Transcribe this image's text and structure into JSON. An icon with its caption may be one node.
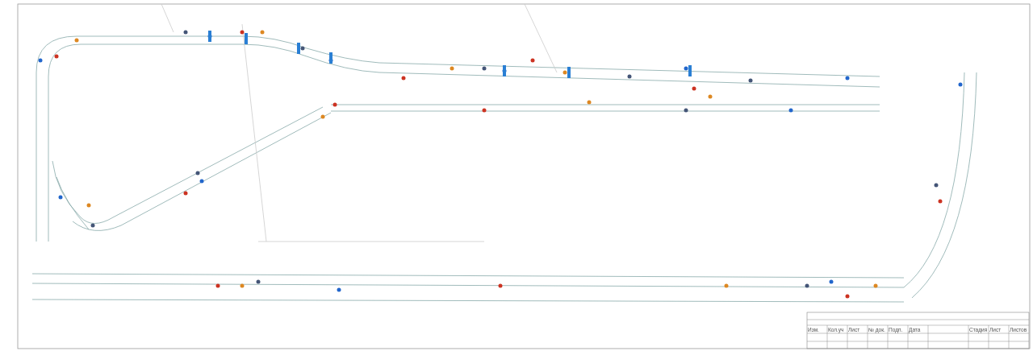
{
  "diagram": {
    "labels": [
      "Изм.",
      "Кол.уч",
      "Лист",
      "№ док.",
      "Подп.",
      "Дата",
      "Стадия",
      "Лист",
      "Листов"
    ]
  }
}
